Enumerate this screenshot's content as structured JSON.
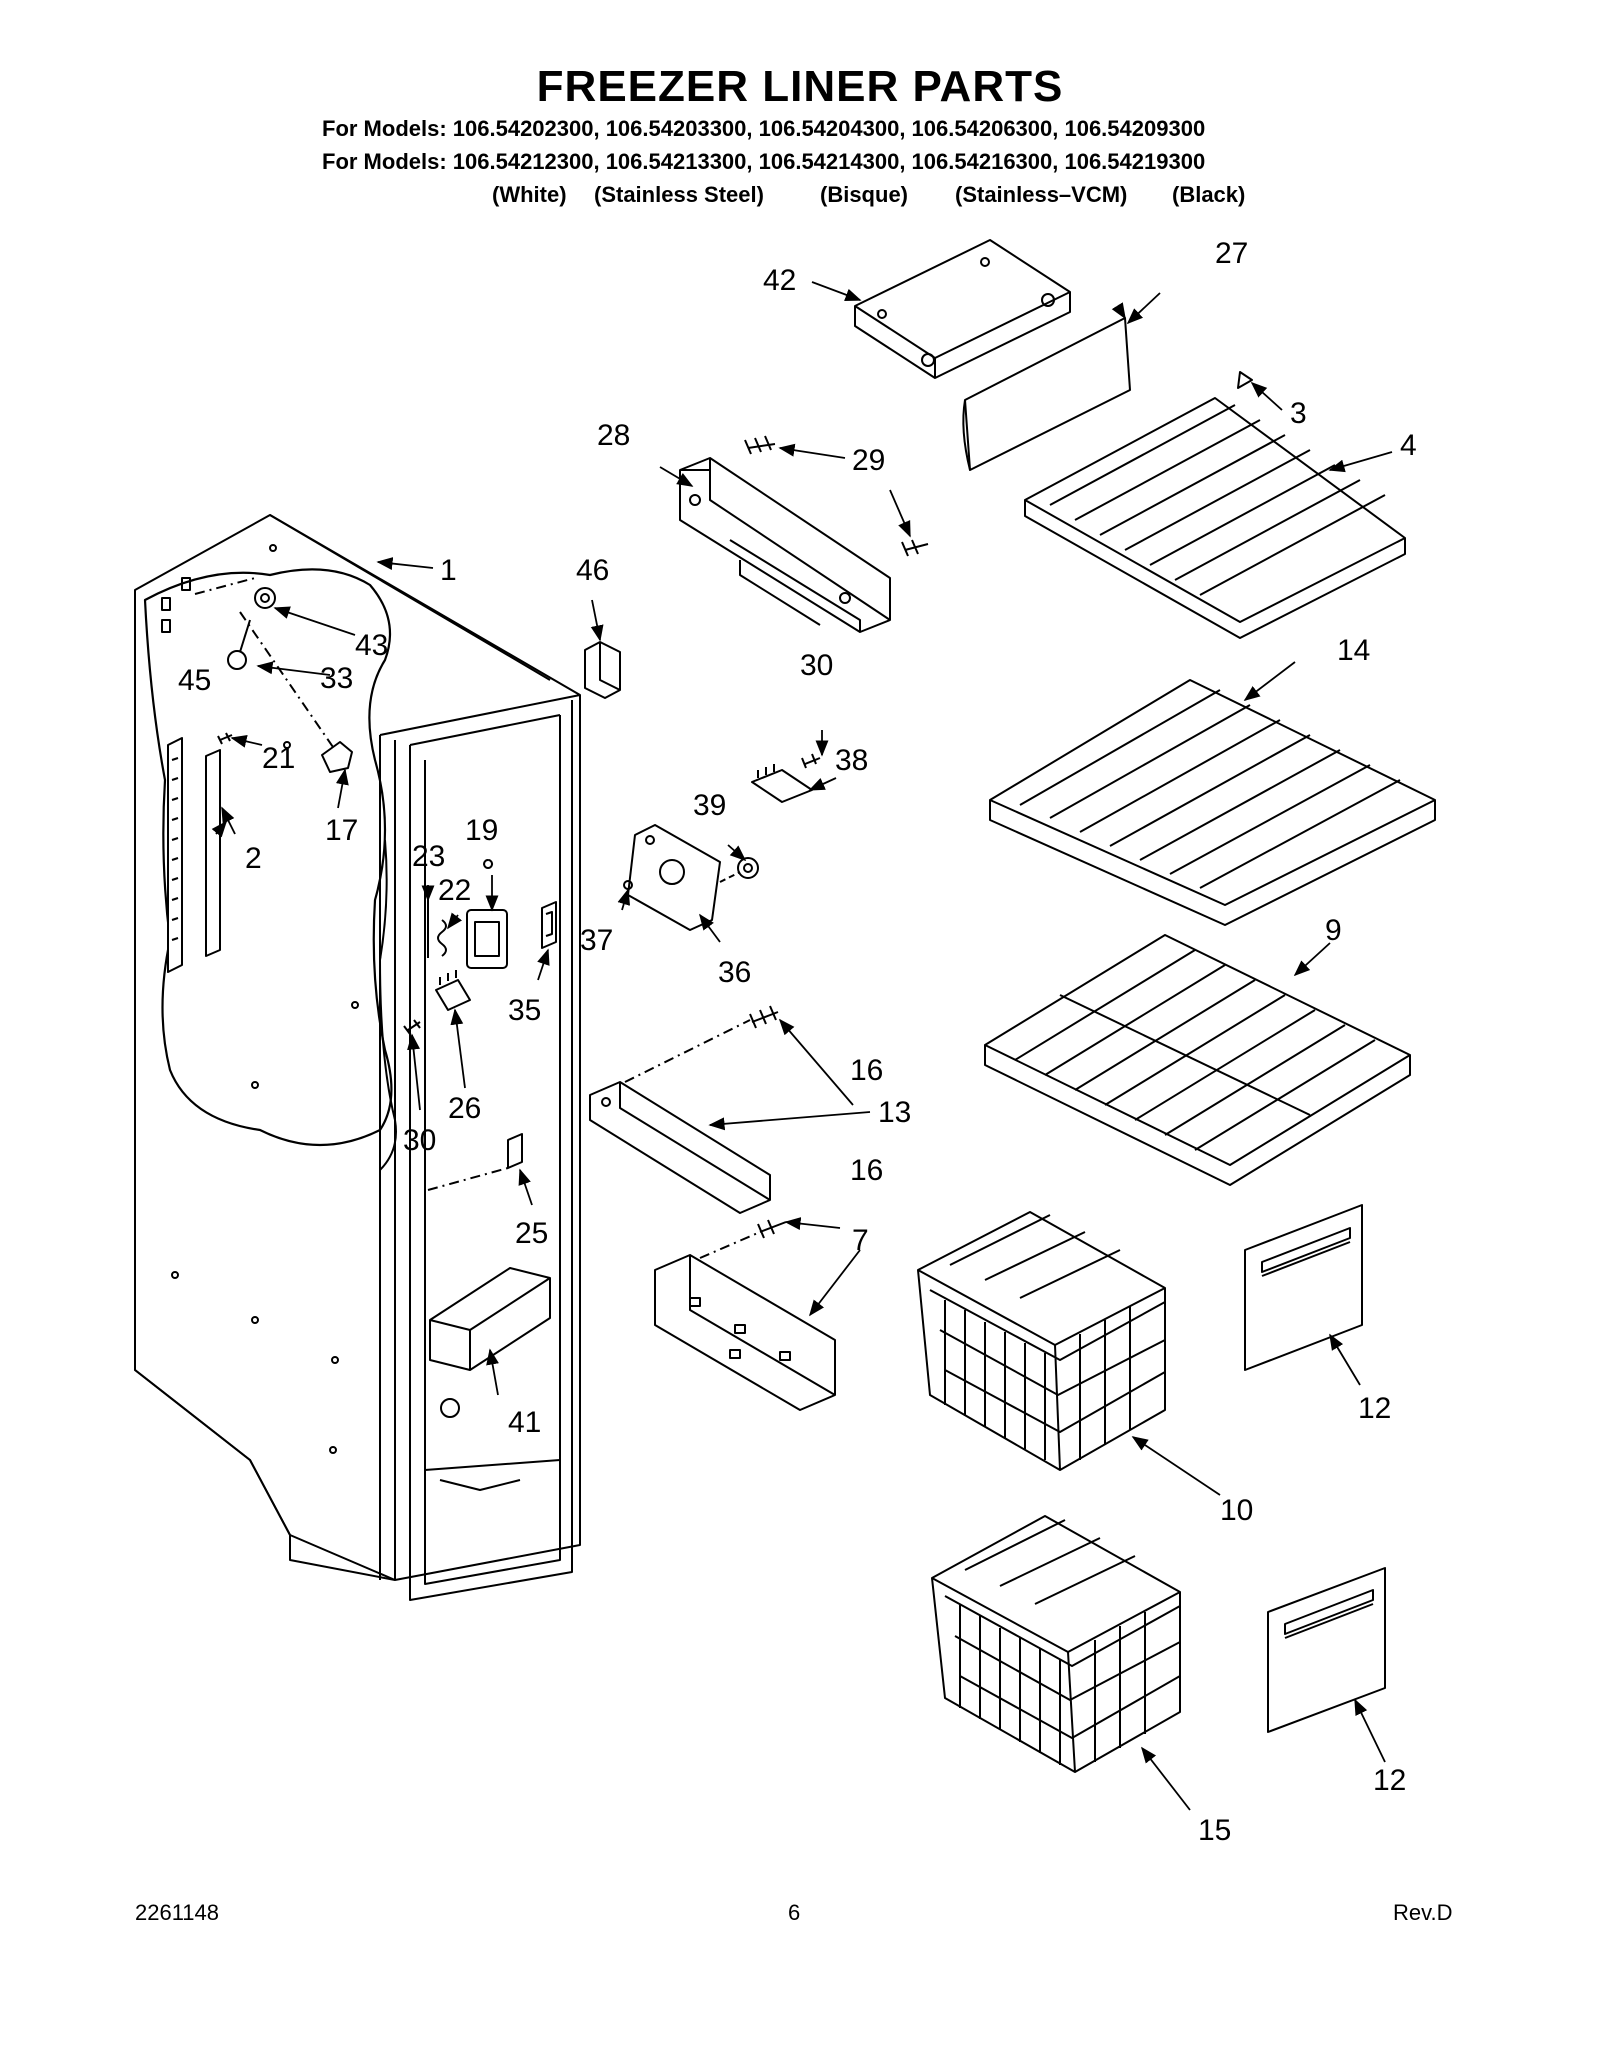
{
  "header": {
    "title": "FREEZER LINER PARTS",
    "model_line_1": "For Models: 106.54202300, 106.54203300, 106.54204300, 106.54206300, 106.54209300",
    "model_line_2": "For Models: 106.54212300, 106.54213300, 106.54214300, 106.54216300, 106.54219300",
    "finishes": [
      "(White)",
      "(Stainless Steel)",
      "(Bisque)",
      "(Stainless–VCM)",
      "(Black)"
    ]
  },
  "callouts": {
    "c1": "1",
    "c2": "2",
    "c3": "3",
    "c4": "4",
    "c7": "7",
    "c9": "9",
    "c10": "10",
    "c12a": "12",
    "c12b": "12",
    "c13": "13",
    "c14": "14",
    "c15": "15",
    "c16a": "16",
    "c16b": "16",
    "c17": "17",
    "c19": "19",
    "c21": "21",
    "c22": "22",
    "c23": "23",
    "c25": "25",
    "c26": "26",
    "c27": "27",
    "c28": "28",
    "c29": "29",
    "c30a": "30",
    "c30b": "30",
    "c33": "33",
    "c35": "35",
    "c36": "36",
    "c37": "37",
    "c38": "38",
    "c39": "39",
    "c41": "41",
    "c42": "42",
    "c43": "43",
    "c45": "45",
    "c46": "46"
  },
  "footer": {
    "doc_number": "2261148",
    "page_number": "6",
    "revision": "Rev.D"
  }
}
